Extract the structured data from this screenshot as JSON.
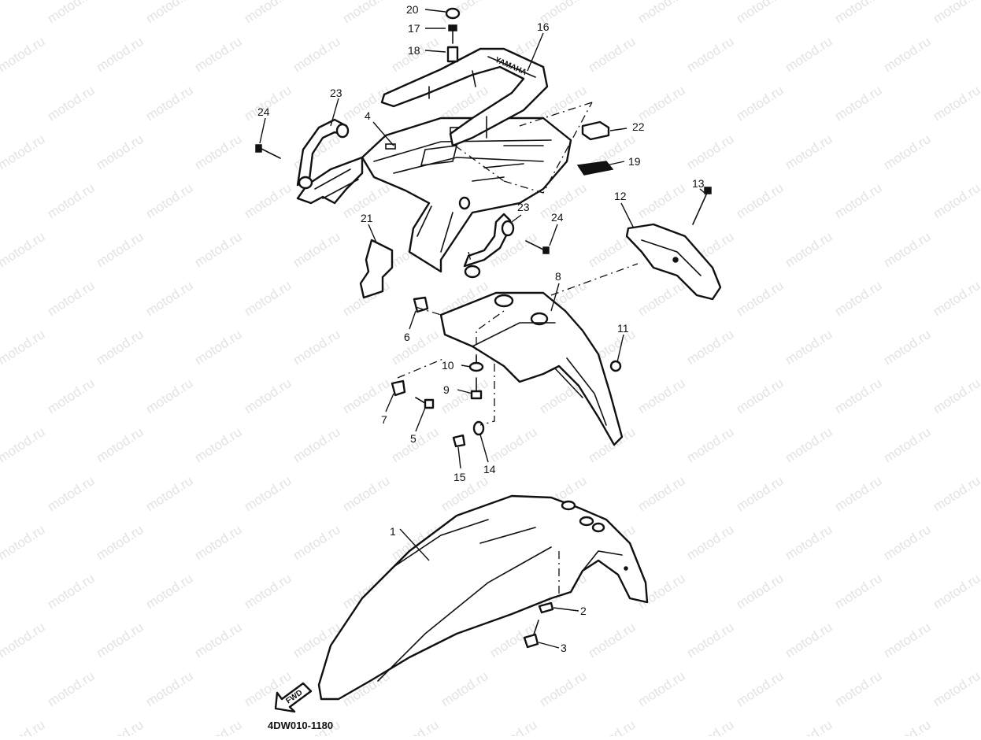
{
  "watermark": "motod.ru",
  "diagram_code": "4DW010-1180",
  "fwd_label": "FWD",
  "carrier_lettering": "YAMAHA",
  "callouts": [
    {
      "label": "1"
    },
    {
      "label": "2"
    },
    {
      "label": "3"
    },
    {
      "label": "4"
    },
    {
      "label": "5"
    },
    {
      "label": "6"
    },
    {
      "label": "7"
    },
    {
      "label": "8"
    },
    {
      "label": "9"
    },
    {
      "label": "10"
    },
    {
      "label": "11"
    },
    {
      "label": "12"
    },
    {
      "label": "13"
    },
    {
      "label": "14"
    },
    {
      "label": "15"
    },
    {
      "label": "16"
    },
    {
      "label": "17"
    },
    {
      "label": "18"
    },
    {
      "label": "19"
    },
    {
      "label": "20"
    },
    {
      "label": "21"
    },
    {
      "label": "22"
    },
    {
      "label": "23"
    },
    {
      "label": "23"
    },
    {
      "label": "24"
    },
    {
      "label": "24"
    }
  ]
}
